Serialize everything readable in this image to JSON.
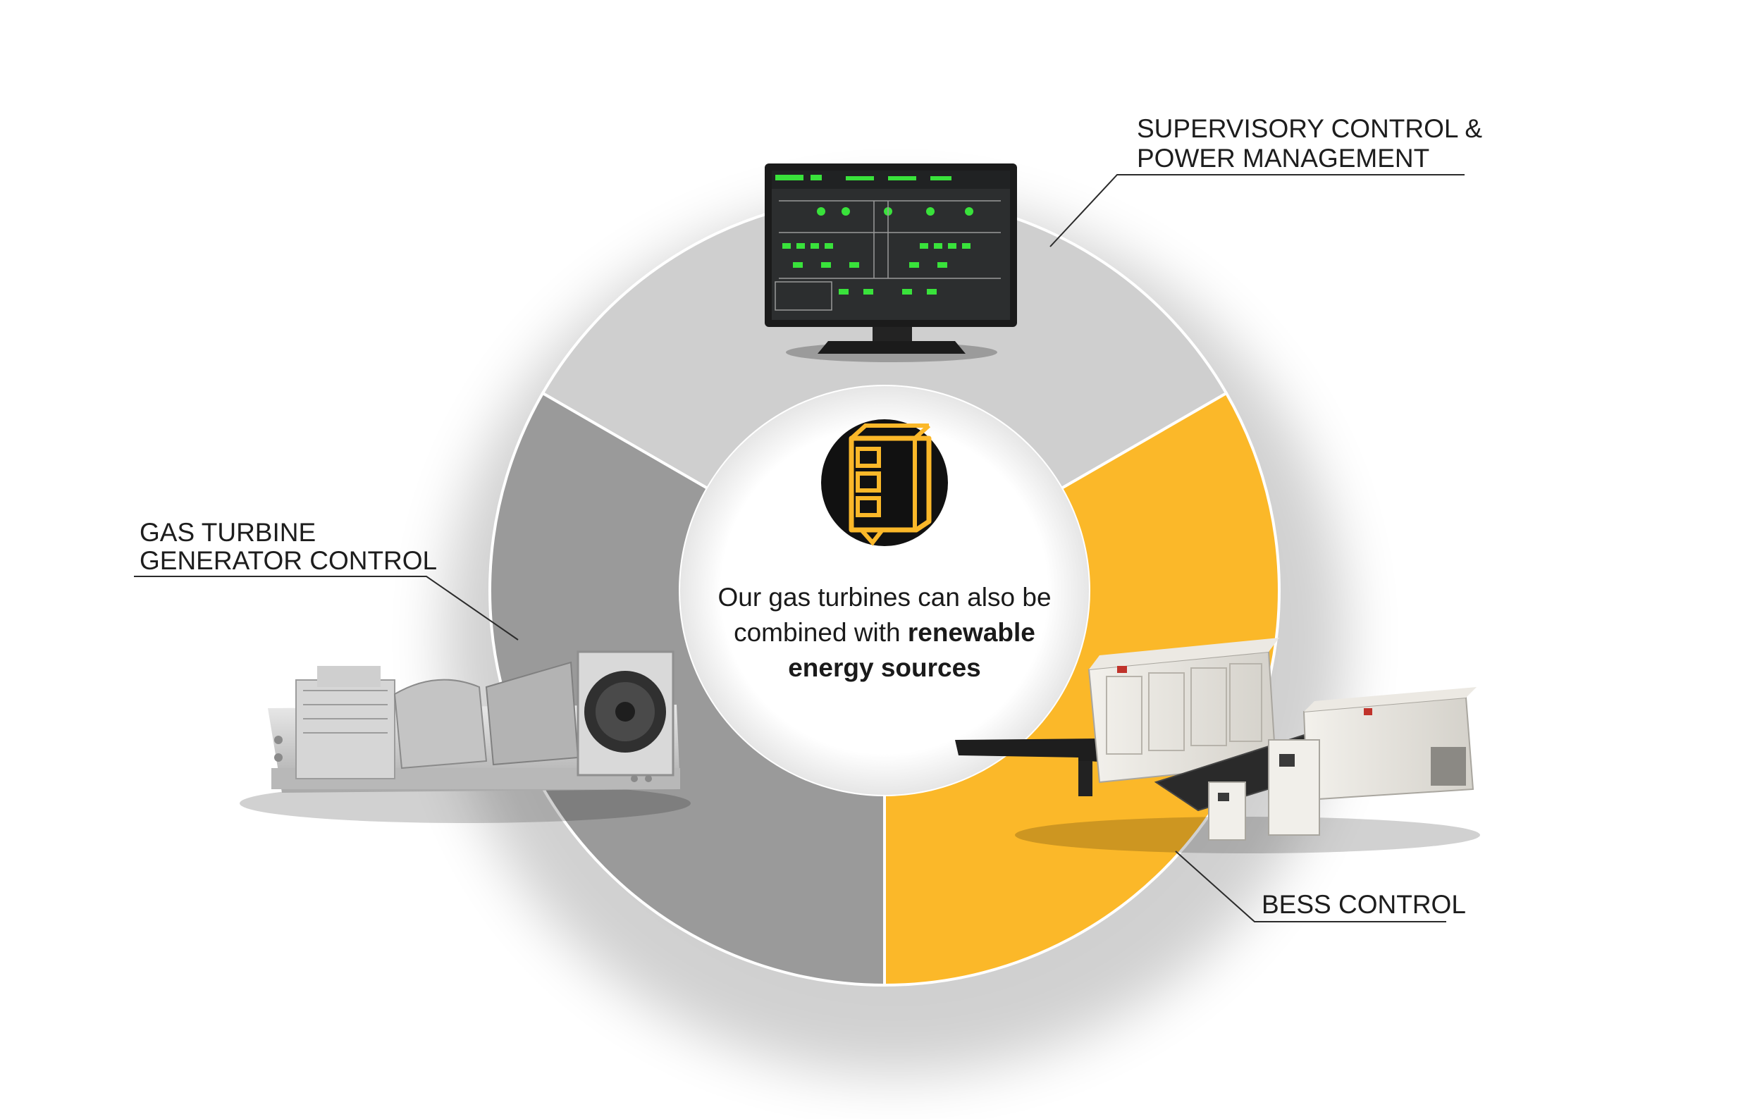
{
  "labels": {
    "supervisory_line1": "SUPERVISORY CONTROL &",
    "supervisory_line2": "POWER MANAGEMENT",
    "gas_turbine_line1": "GAS TURBINE",
    "gas_turbine_line2": "GENERATOR CONTROL",
    "bess": "BESS CONTROL"
  },
  "center": {
    "line1": "Our gas turbines can also be",
    "line2_normal": "combined with ",
    "line2_bold": "renewable",
    "line3_bold": "energy sources"
  },
  "colors": {
    "ring_light": "#cfcfcf",
    "ring_dark": "#9a9a9a",
    "ring_yellow": "#fbb829",
    "screen_green": "#39e23b",
    "icon_yellow": "#fbb829"
  },
  "icons": {
    "center_icon": "cabinet-icon",
    "monitor": "monitor-icon",
    "turbine": "gas-turbine-icon",
    "bess": "battery-container-icon"
  }
}
